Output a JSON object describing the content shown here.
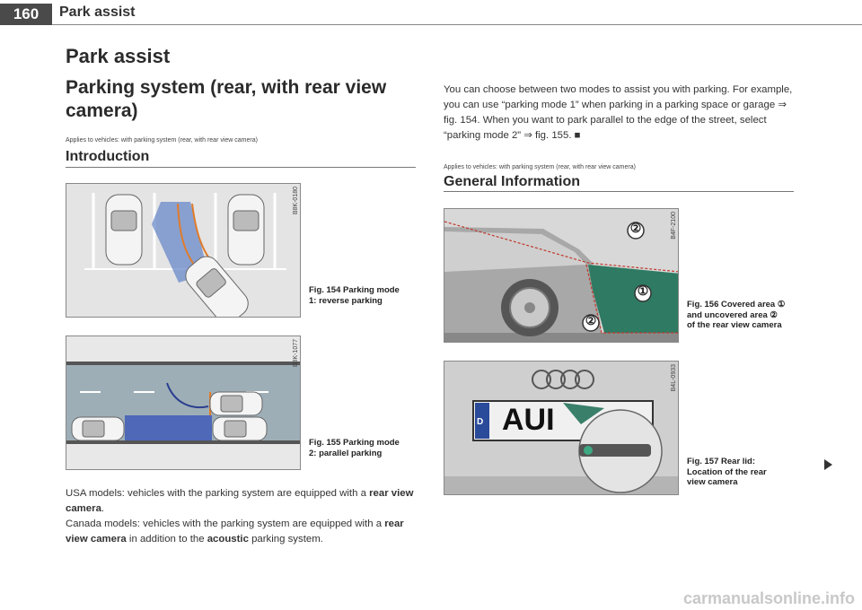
{
  "header": {
    "page_number": "160",
    "running_title": "Park assist"
  },
  "section_title": "Park assist",
  "subsection_title": "Parking system (rear, with rear view camera)",
  "applies_note_1": "Applies to vehicles: with parking system (rear, with rear view camera)",
  "introduction": {
    "title": "Introduction",
    "fig154": {
      "code": "B8K-0180",
      "caption": "Fig. 154  Parking mode 1: reverse parking"
    },
    "fig155": {
      "code": "B8K-1077",
      "caption": "Fig. 155  Parking mode 2: parallel parking"
    },
    "para1_a": "USA models: vehicles with the parking system are equipped with a ",
    "para1_b": "rear view camera",
    "para1_c": ".",
    "para2_a": "Canada models: vehicles with the parking system are equipped with a ",
    "para2_b": "rear view camera",
    "para2_c": " in addition to the ",
    "para2_d": "acoustic",
    "para2_e": " parking system."
  },
  "right_para": "You can choose between two modes to assist you with parking. For example, you can use “parking mode 1” when parking in a parking space or garage ⇒ fig. 154. When you want to park parallel to the edge of the street, select “parking mode 2” ⇒ fig. 155. ■",
  "applies_note_2": "Applies to vehicles: with parking system (rear, with rear view camera)",
  "general": {
    "title": "General Information",
    "fig156": {
      "code": "B4F-2100",
      "caption": "Fig. 156  Covered area ① and uncovered area ② of the rear view camera",
      "label1": "①",
      "label2": "②",
      "label2b": "②"
    },
    "fig157": {
      "code": "B4L-0933",
      "caption": "Fig. 157  Rear lid: Location of the rear view camera",
      "plate_text": "AUI",
      "plate_d": "D"
    }
  },
  "watermark": "carmanualsonline.info",
  "colors": {
    "blue_zone": "#6a8ac9",
    "green_zone": "#2f7a62",
    "orange_line": "#e07b2a"
  }
}
